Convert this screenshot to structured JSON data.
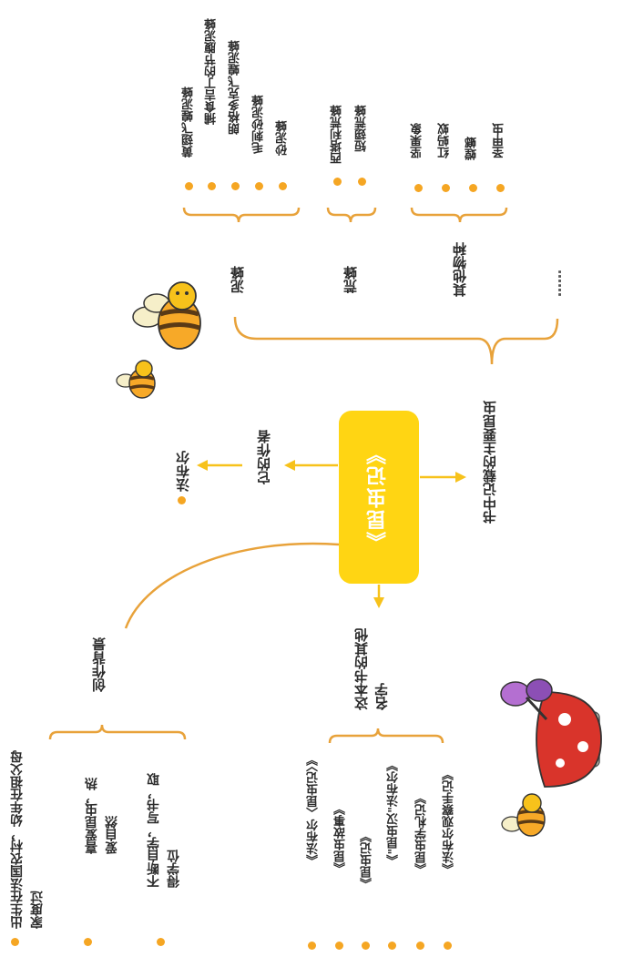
{
  "center": {
    "title": "《昆虫记》"
  },
  "author": {
    "label": "它的作者",
    "value": "法布尔"
  },
  "background": {
    "label": "创作背景",
    "items": [
      "出生在法国农村，幼年在祖父母家度过",
      "喜爱昆虫，热爱自然",
      "不断自学，写书，取得学位"
    ]
  },
  "other_names": {
    "label": "这本书的其他名字",
    "items": [
      "《法布尔〈昆虫记〉》",
      "《昆虫故事》",
      "《昆虫记》",
      "《\"昆虫汉\"法布尔》",
      "《昆虫学札记》",
      "《法布尔观察手记》"
    ]
  },
  "insects": {
    "label": "书中记载的主要昆虫",
    "groups": [
      {
        "name": "泥蜂",
        "items": [
          "黄翅飞蝗泥蜂",
          "捕食吉丁的节腹泥蜂",
          "朗格多克飞蝗泥蜂",
          "毛刺砂泥蜂",
          "砂泥蜂"
        ]
      },
      {
        "name": "荒蜂",
        "items": [
          "西塔利荒蜂",
          "短翅荒蜂"
        ]
      },
      {
        "name": "其他物种",
        "items": [
          "坚果象",
          "红蚂蚁",
          "螳螂",
          "圣甲虫"
        ]
      },
      {
        "name": "……",
        "items": []
      }
    ]
  },
  "colors": {
    "accent": "#ffd513",
    "arrow": "#f7c21b",
    "brace": "#e8a23a",
    "dot": "#f5a623"
  }
}
